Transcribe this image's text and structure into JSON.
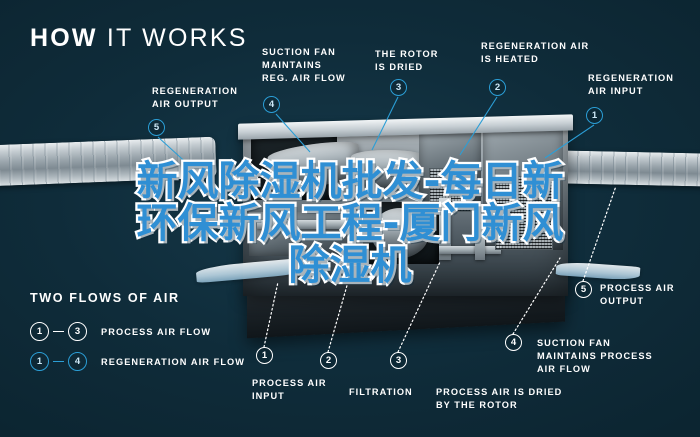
{
  "header": {
    "title_bold": "HOW",
    "title_light": "IT WORKS"
  },
  "watermark": {
    "line1": "新风除湿机批发-每日新",
    "line2": "环保新风工程-厦门新风",
    "line3": "除湿机",
    "color": "#2f8fd4",
    "outline": "#ffffff"
  },
  "callouts": {
    "regeneration_air_output": "REGENERATION\nAIR OUTPUT",
    "suction_fan_reg": "SUCTION FAN\nMAINTAINS\nREG. AIR FLOW",
    "rotor_is_dried": "THE ROTOR\nIS DRIED",
    "regeneration_air_heated": "REGENERATION AIR\nIS HEATED",
    "regeneration_air_input": "REGENERATION\nAIR INPUT",
    "process_air_output": "PROCESS AIR\nOUTPUT",
    "process_air_input": "PROCESS AIR\nINPUT",
    "filtration": "FILTRATION",
    "process_air_dried": "PROCESS AIR IS DRIED\nBY THE ROTOR",
    "suction_fan_process": "SUCTION FAN\nMAINTAINS PROCESS\nAIR FLOW"
  },
  "markers": {
    "reg_output_5": "5",
    "suction_fan_4": "4",
    "rotor_3": "3",
    "heated_2": "2",
    "reg_input_1": "1",
    "proc_output_5": "5",
    "proc_input_1": "1",
    "filtration_2": "2",
    "proc_dried_3": "3",
    "proc_fan_4": "4"
  },
  "legend": {
    "title": "TWO FLOWS OF AIR",
    "rows": [
      {
        "from": "1",
        "to": "3",
        "label": "PROCESS AIR FLOW",
        "color": "#ffffff"
      },
      {
        "from": "1",
        "to": "4",
        "label": "REGENERATION AIR FLOW",
        "color": "#2b9ed6"
      }
    ]
  },
  "theme": {
    "background": "#0e2b38",
    "accent_blue": "#2b9ed6",
    "text": "#ffffff"
  }
}
